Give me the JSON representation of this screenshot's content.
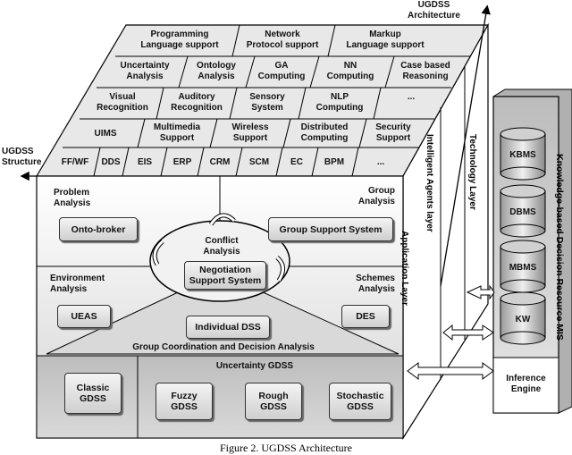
{
  "axes": {
    "architecture": "UGDSS\nArchitecture",
    "structure": "UGDSS\nStructure"
  },
  "top_grid": {
    "row1": [
      "Programming\nLanguage support",
      "Network\nProtocol support",
      "Markup\nLanguage support"
    ],
    "row2": [
      "Uncertainty\nAnalysis",
      "Ontology\nAnalysis",
      "GA\nComputing",
      "NN\nComputing",
      "Case based\nReasoning"
    ],
    "row3": [
      "Visual\nRecognition",
      "Auditory\nRecognition",
      "Sensory\nSystem",
      "NLP\nComputing",
      "..."
    ],
    "row4": [
      "UIMS",
      "Multimedia\nSupport",
      "Wireless\nSupport",
      "Distributed\nComputing",
      "Security\nSupport"
    ],
    "row5": [
      "FF/WF",
      "DDS",
      "EIS",
      "ERP",
      "CRM",
      "SCM",
      "EC",
      "BPM",
      "..."
    ]
  },
  "front": {
    "problem_analysis": "Problem\nAnalysis",
    "group_analysis": "Group\nAnalysis",
    "onto_broker": "Onto-broker",
    "group_support_system": "Group Support System",
    "conflict_analysis": "Conflict\nAnalysis",
    "negotiation_support_system": "Negotiation\nSupport System",
    "environment_analysis": "Environment\nAnalysis",
    "schemes_analysis": "Schemes\nAnalysis",
    "ueas": "UEAS",
    "des": "DES",
    "individual_dss": "Individual DSS",
    "group_coordination": "Group Coordination and Decision Analysis",
    "uncertainty_gdss": "Uncertainty GDSS",
    "classic_gdss": "Classic\nGDSS",
    "fuzzy_gdss": "Fuzzy\nGDSS",
    "rough_gdss": "Rough\nGDSS",
    "stochastic_gdss": "Stochastic\nGDSS"
  },
  "side_layers": {
    "application_layer": "Application Layer",
    "intelligent_agents_layer": "Intelligent Agents layer",
    "technology_layer": "Technology Layer"
  },
  "resource": {
    "title": "Knowledge-based Decision Resource MIS",
    "kbms": "KBMS",
    "dbms": "DBMS",
    "mbms": "MBMS",
    "kw": "KW",
    "inference_engine": "Inference\nEngine"
  },
  "caption": "Figure 2. UGDSS Architecture",
  "colors": {
    "top_fill": "#e6e6e6",
    "front_fill": "#e9e9e9",
    "bottom_fill": "#c8c8c8",
    "side_fill": "#ffffff",
    "resource_fill": "#d2d2d2"
  }
}
